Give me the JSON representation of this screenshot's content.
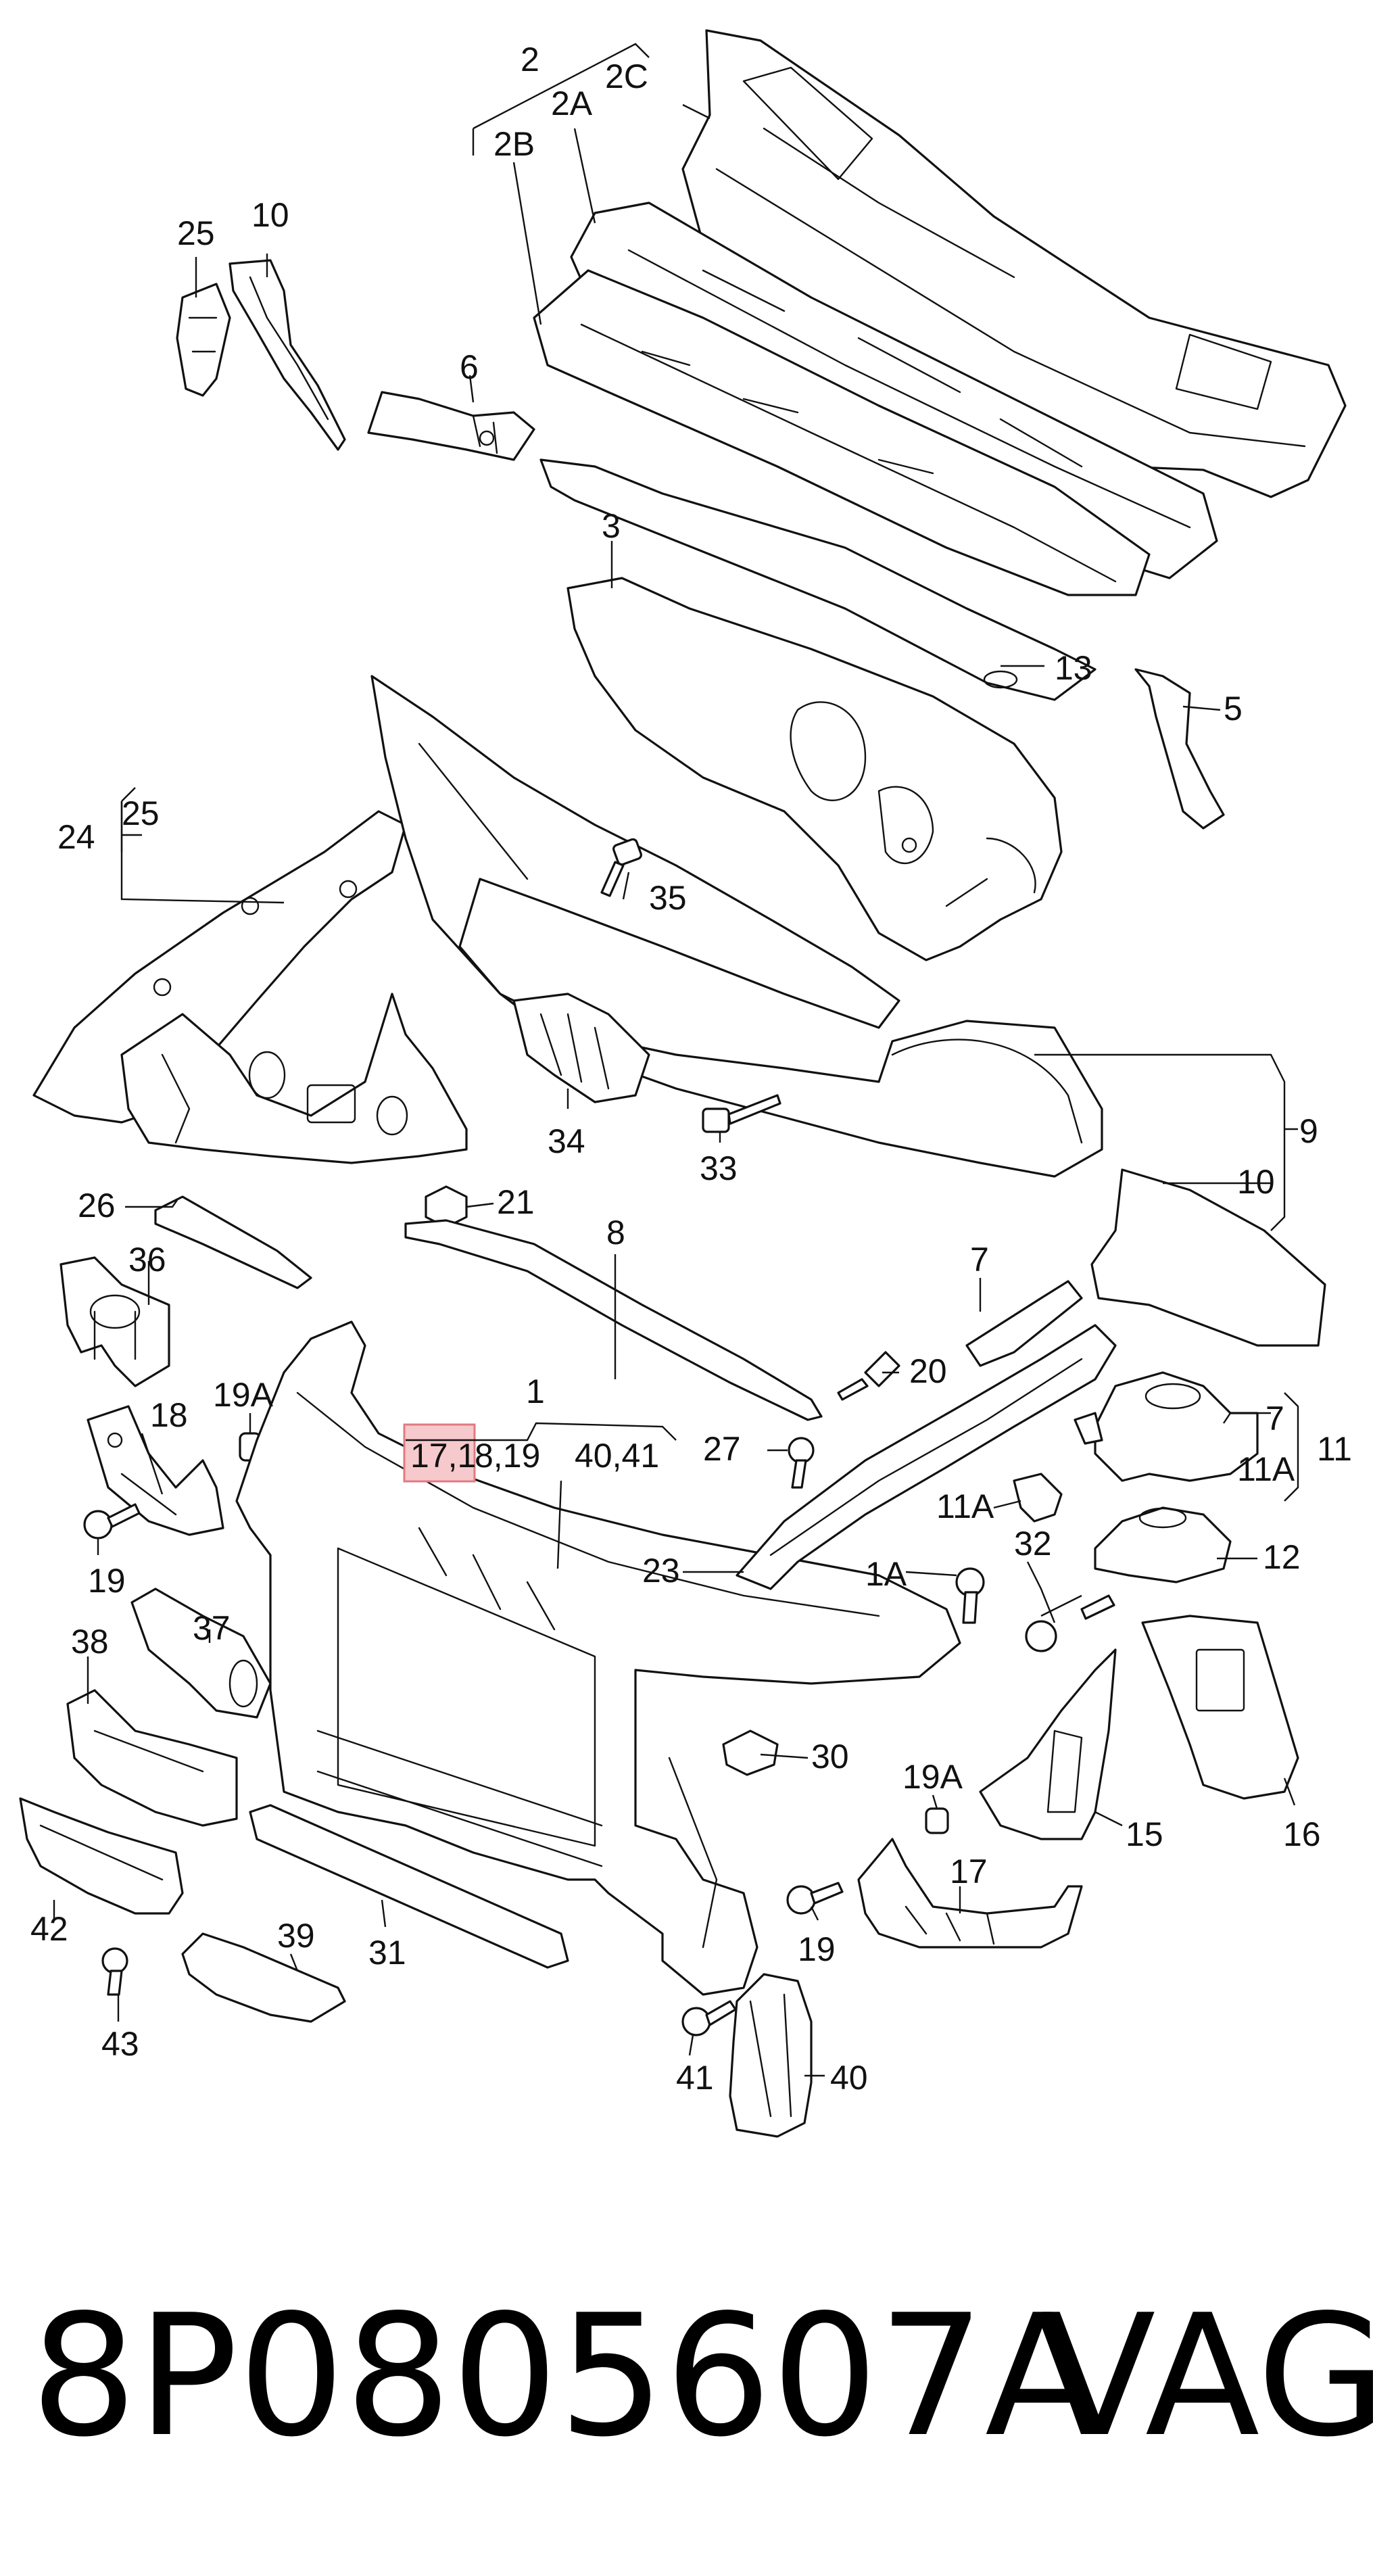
{
  "labels": {
    "l2": "2",
    "l2C": "2C",
    "l2A": "2A",
    "l2B": "2B",
    "l25a": "25",
    "l10a": "10",
    "l6": "6",
    "l3": "3",
    "l13": "13",
    "l5": "5",
    "l24": "24",
    "l25b": "25",
    "l35": "35",
    "l9": "9",
    "l34": "34",
    "l33": "33",
    "l10b": "10",
    "l26": "26",
    "l21": "21",
    "l8": "8",
    "l36": "36",
    "l7a": "7",
    "l1": "1",
    "l17a": "17,1",
    "l8_19": "8,19",
    "l40_41": "40,41",
    "l20": "20",
    "l19Aa": "19A",
    "l18": "18",
    "l27": "27",
    "l7b": "7",
    "l11Aa": "11A",
    "l11": "11",
    "l19a": "19",
    "l11Ab": "11A",
    "l32": "32",
    "l12": "12",
    "l23": "23",
    "l1A": "1A",
    "l37": "37",
    "l38": "38",
    "l30": "30",
    "l19Ab": "19A",
    "l15": "15",
    "l16": "16",
    "l17b": "17",
    "l42": "42",
    "l39": "39",
    "l31": "31",
    "l19b": "19",
    "l43": "43",
    "l41": "41",
    "l40": "40"
  },
  "footer": {
    "part_number": "8P0805607A",
    "brand": "VAG"
  },
  "colors": {
    "line": "#111111",
    "highlight_fill": "#f6c9cc",
    "highlight_stroke": "#e07a82"
  }
}
